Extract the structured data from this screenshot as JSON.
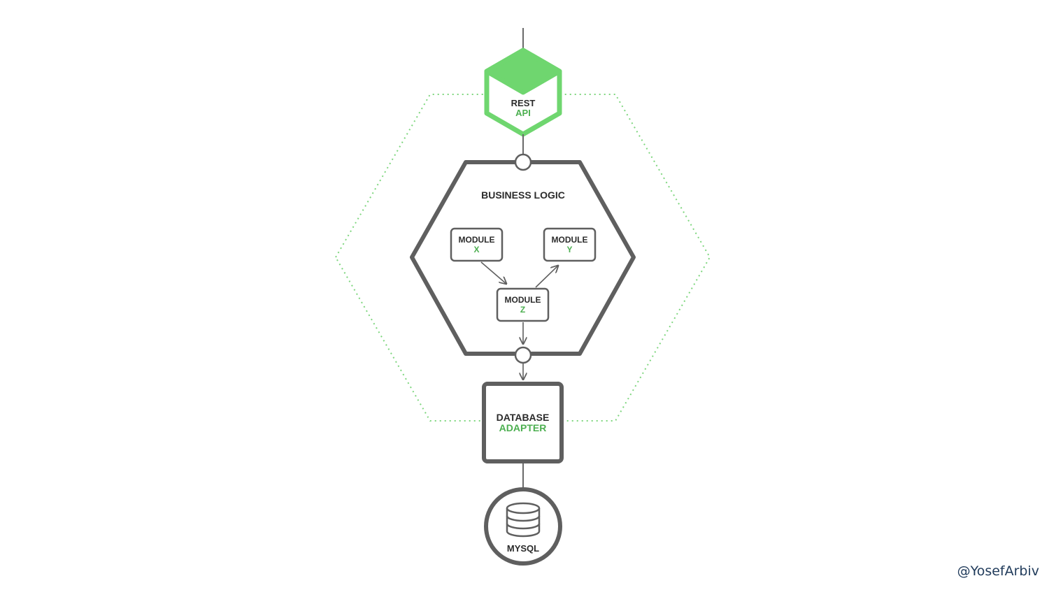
{
  "diagram": {
    "rest_api": {
      "line1": "REST",
      "line2": "API"
    },
    "business_logic": {
      "title": "BUSINESS LOGIC"
    },
    "module_x": {
      "line1": "MODULE",
      "line2": "X"
    },
    "module_y": {
      "line1": "MODULE",
      "line2": "Y"
    },
    "module_z": {
      "line1": "MODULE",
      "line2": "Z"
    },
    "database_adapter": {
      "line1": "DATABASE",
      "line2": "ADAPTER"
    },
    "mysql": {
      "label": "MYSQL"
    }
  },
  "credit": "@YosefArbiv",
  "colors": {
    "accent_green": "#4caf50",
    "hex_fill_green": "#6fd66f",
    "stroke_gray": "#5f5f5f",
    "text_dark": "#2b2b2b"
  }
}
